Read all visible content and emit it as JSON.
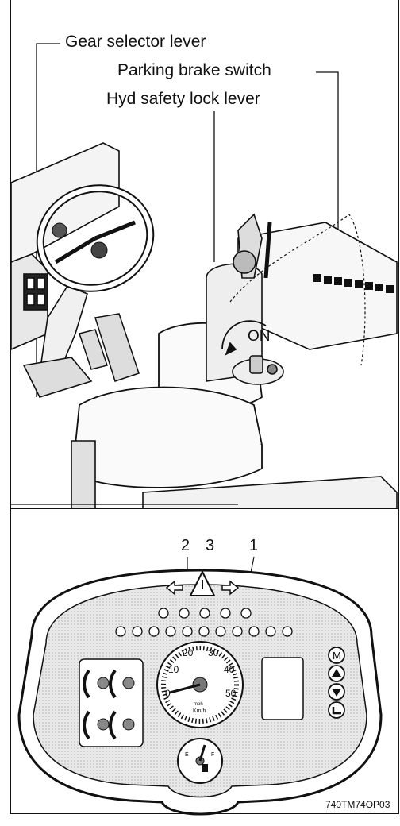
{
  "labels": {
    "gear_selector": "Gear selector lever",
    "parking_brake": "Parking brake switch",
    "hyd_safety": "Hyd safety lock lever",
    "on": "ON"
  },
  "callouts": [
    "2",
    "3",
    "1"
  ],
  "gauge": {
    "ticks": [
      "0",
      "10",
      "20",
      "30",
      "40",
      "50"
    ],
    "units": [
      "mph",
      "Km/h"
    ],
    "fuel_marks": [
      "E",
      "F"
    ]
  },
  "buttons": [
    "M"
  ],
  "figure_code": "740TM74OP03"
}
